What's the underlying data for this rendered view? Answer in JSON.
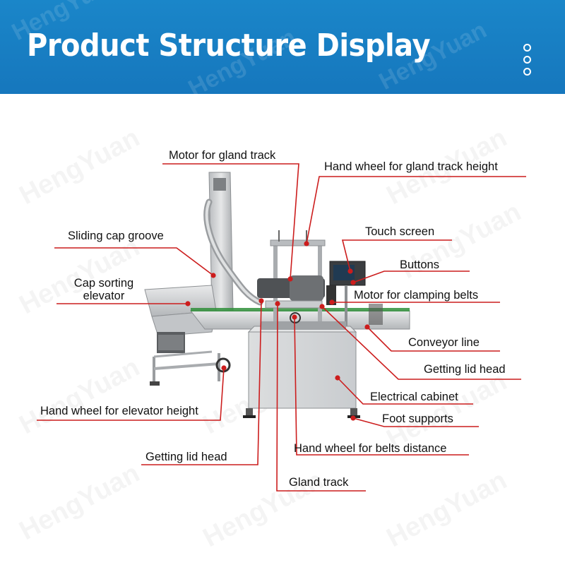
{
  "header": {
    "title": "Product Structure Display",
    "watermark": "HengYuan",
    "background": "#1677bd"
  },
  "menu_icon": "more-vertical-dots-icon",
  "leader_color": "#cc1d1d",
  "labels": {
    "motor_gland_track": "Motor for gland track",
    "hand_wheel_gland_track_height": "Hand wheel for gland track height",
    "sliding_cap_groove": "Sliding cap groove",
    "touch_screen": "Touch screen",
    "cap_sorting_elevator": "Cap sorting\nelevator",
    "buttons": "Buttons",
    "motor_clamping_belts": "Motor for clamping belts",
    "conveyor_line": "Conveyor line",
    "getting_lid_head_right": "Getting lid head",
    "electrical_cabinet": "Electrical cabinet",
    "hand_wheel_elevator_height": "Hand wheel for elevator height",
    "foot_supports": "Foot supports",
    "hand_wheel_belts_distance": "Hand wheel for belts distance",
    "getting_lid_head_left": "Getting lid head",
    "gland_track": "Gland track"
  }
}
